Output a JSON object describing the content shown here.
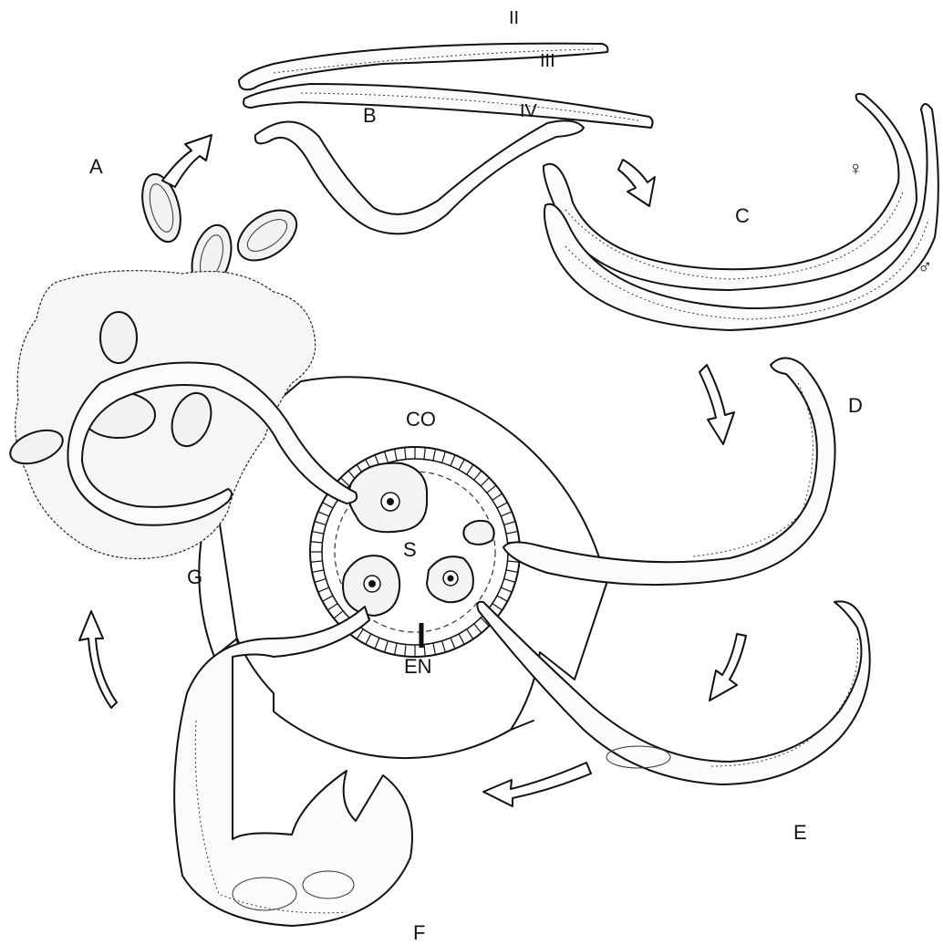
{
  "labels": {
    "A": "A",
    "B": "B",
    "C": "C",
    "D": "D",
    "E": "E",
    "F": "F",
    "G": "G",
    "CO": "CO",
    "S": "S",
    "EN": "EN",
    "II": "II",
    "III": "III",
    "IV": "IV",
    "female": "♀",
    "male": "♂"
  },
  "icons": [
    "cycle-arrow",
    "nematode-larva",
    "egg",
    "host-cell"
  ]
}
